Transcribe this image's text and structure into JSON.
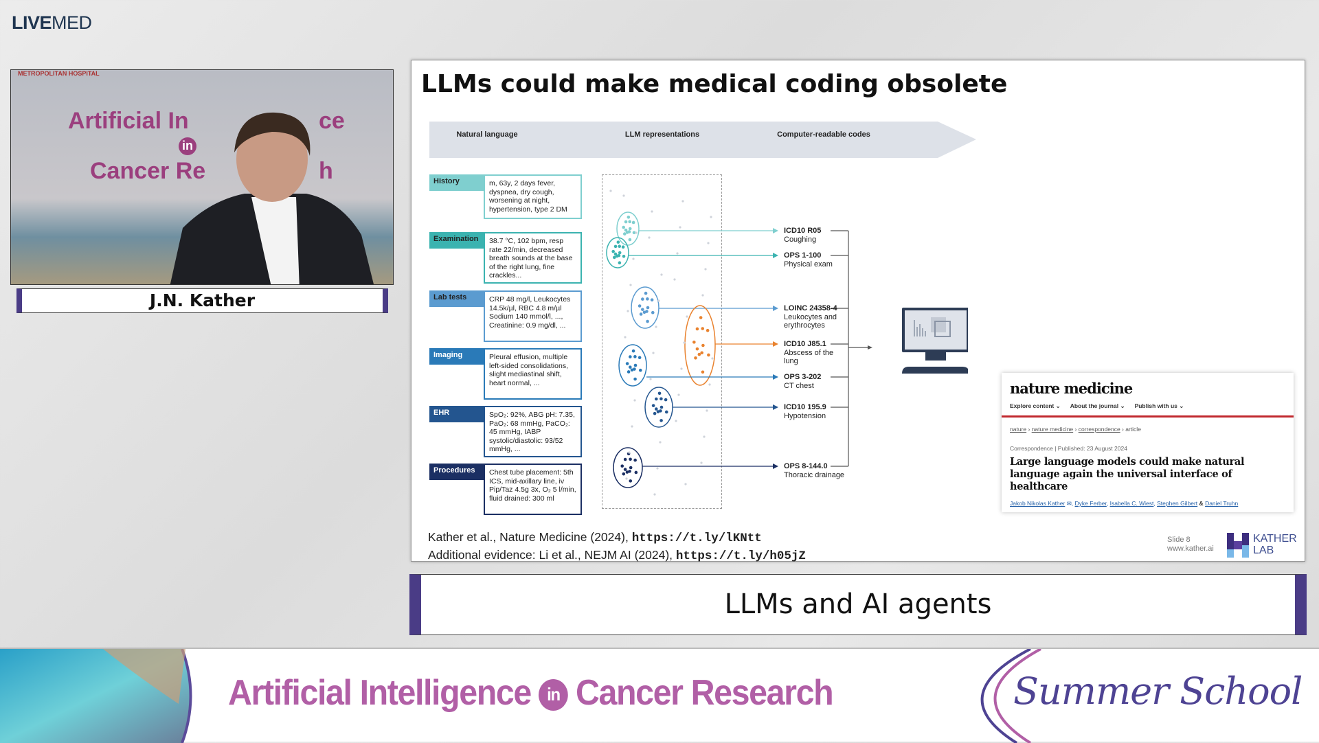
{
  "broadcast": {
    "logo_bold": "LIVE",
    "logo_light": "MED",
    "speaker_name": "J.N. Kather",
    "video_backdrop": {
      "line1": "Artificial In",
      "line1b": "ce",
      "in": "in",
      "line2": "Cancer Re",
      "line2b": "h",
      "sponsor": "METROPOLITAN HOSPITAL"
    }
  },
  "slide": {
    "title": "LLMs could make medical coding obsolete",
    "banner": [
      "Natural language",
      "LLM representations",
      "Computer-readable codes"
    ],
    "rows": [
      {
        "label": "History",
        "text": "m, 63y, 2 days fever, dyspnea, dry cough, worsening at night, hypertension, type 2 DM",
        "color": "#7fcfcf"
      },
      {
        "label": "Examination",
        "text": "38.7 °C, 102 bpm, resp rate 22/min, decreased breath sounds at the base of the right lung, fine crackles...",
        "color": "#3bb3b0"
      },
      {
        "label": "Lab tests",
        "text": "CRP 48 mg/l, Leukocytes 14.5k/µl, RBC 4.8 m/µl Sodium 140 mmol/l, ..., Creatinine: 0.9 mg/dl, ...",
        "color": "#5b9bd0"
      },
      {
        "label": "Imaging",
        "text": "Pleural effusion, multiple left-sided consolidations, slight mediastinal shift, heart normal, ...",
        "color": "#2a7ab8"
      },
      {
        "label": "EHR",
        "text": "SpO₂: 92%, ABG pH: 7.35, PaO₂: 68 mmHg, PaCO₂: 45 mmHg, IABP systolic/diastolic: 93/52 mmHg, ...",
        "color": "#23558f"
      },
      {
        "label": "Procedures",
        "text": "Chest tube placement: 5th ICS, mid-axillary line, iv Pip/Taz 4.5g 3x, O₂ 5 l/min, fluid drained: 300 ml",
        "color": "#1b2f63"
      }
    ],
    "codes": [
      {
        "code": "ICD10 R05",
        "desc": "Coughing",
        "color": "#7fcfcf"
      },
      {
        "code": "OPS 1-100",
        "desc": "Physical exam",
        "color": "#3bb3b0"
      },
      {
        "code": "LOINC 24358-4",
        "desc": "Leukocytes and erythrocytes",
        "color": "#5b9bd0"
      },
      {
        "code": "ICD10 J85.1",
        "desc": "Abscess of the lung",
        "color": "#e9822e"
      },
      {
        "code": "OPS 3-202",
        "desc": "CT chest",
        "color": "#2a7ab8"
      },
      {
        "code": "ICD10 195.9",
        "desc": "Hypotension",
        "color": "#23558f"
      },
      {
        "code": "OPS 8-144.0",
        "desc": "Thoracic drainage",
        "color": "#1b2f63"
      }
    ],
    "article": {
      "brand": "nature medicine",
      "nav": [
        "Explore content",
        "About the journal",
        "Publish with us"
      ],
      "breadcrumb": [
        "nature",
        "nature medicine",
        "correspondence",
        "article"
      ],
      "type": "Correspondence",
      "published": "Published: 23 August 2024",
      "headline": "Large language models could make natural language again the universal interface of healthcare",
      "authors": [
        "Jakob Nikolas Kather",
        "Dyke Ferber",
        "Isabella C. Wiest",
        "Stephen Gilbert",
        "Daniel Truhn"
      ],
      "author_sep": "&"
    },
    "citation1": "Kather et al., Nature Medicine (2024), ",
    "link1": "https://t.ly/lKNtt",
    "citation2": "Additional evidence: Li et al., NEJM AI (2024), ",
    "link2": "https://t.ly/h05jZ",
    "slide_number": "Slide 8",
    "website": "www.kather.ai",
    "lab_logo": [
      "KATHER",
      "LAB"
    ]
  },
  "subtitle": "LLMs and AI agents",
  "footer": {
    "title_a": "Artificial Intelligence",
    "in": "in",
    "title_b": "Cancer Research",
    "tagline": "Summer School"
  }
}
